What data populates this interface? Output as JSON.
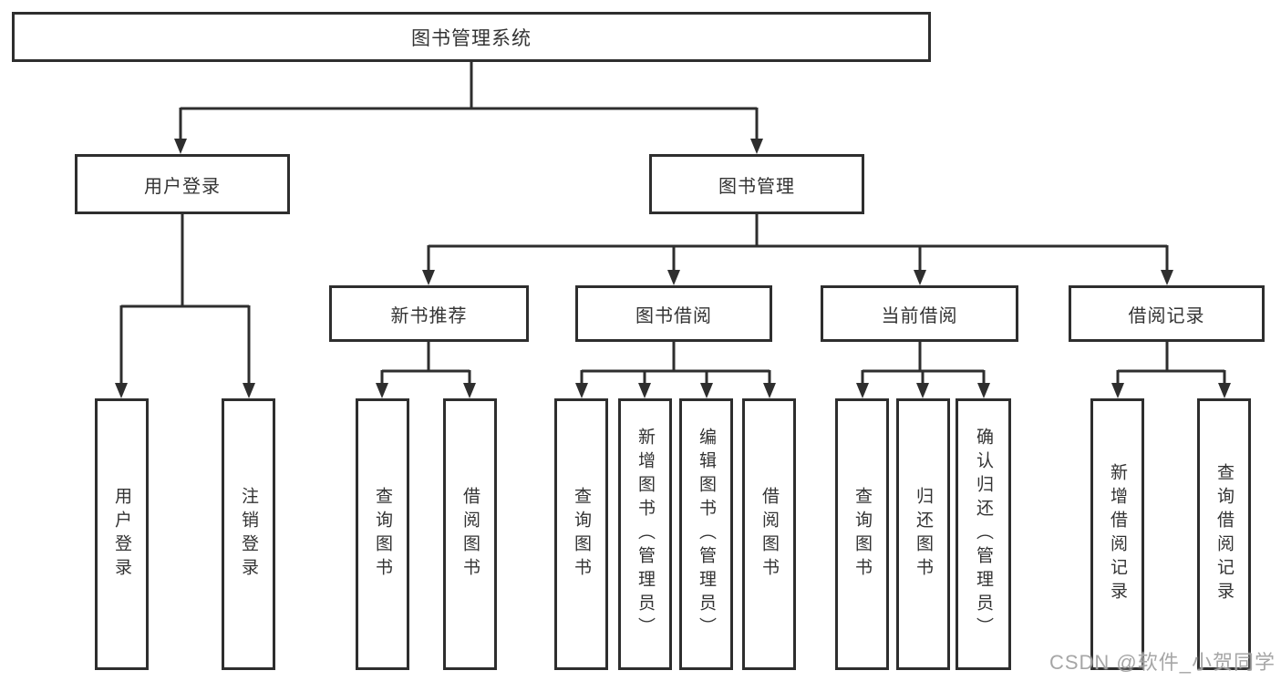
{
  "diagram": {
    "root": {
      "label": "图书管理系统"
    },
    "branches": [
      {
        "label": "用户登录",
        "children": [
          {
            "label": "用户登录"
          },
          {
            "label": "注销登录"
          }
        ]
      },
      {
        "label": "图书管理",
        "children": [
          {
            "label": "新书推荐",
            "children": [
              {
                "label": "查询图书"
              },
              {
                "label": "借阅图书"
              }
            ]
          },
          {
            "label": "图书借阅",
            "children": [
              {
                "label": "查询图书"
              },
              {
                "label": "新增图书（管理员）"
              },
              {
                "label": "编辑图书（管理员）"
              },
              {
                "label": "借阅图书"
              }
            ]
          },
          {
            "label": "当前借阅",
            "children": [
              {
                "label": "查询图书"
              },
              {
                "label": "归还图书"
              },
              {
                "label": "确认归还（管理员）"
              }
            ]
          },
          {
            "label": "借阅记录",
            "children": [
              {
                "label": "新增借阅记录"
              },
              {
                "label": "查询借阅记录"
              }
            ]
          }
        ]
      }
    ]
  },
  "watermark": {
    "text": "CSDN @软件_小贺同学"
  },
  "colors": {
    "line": "#2e2e2e",
    "box_border": "#2e2e2e",
    "text": "#333333",
    "background": "#ffffff",
    "watermark": "#9e9e9e"
  }
}
